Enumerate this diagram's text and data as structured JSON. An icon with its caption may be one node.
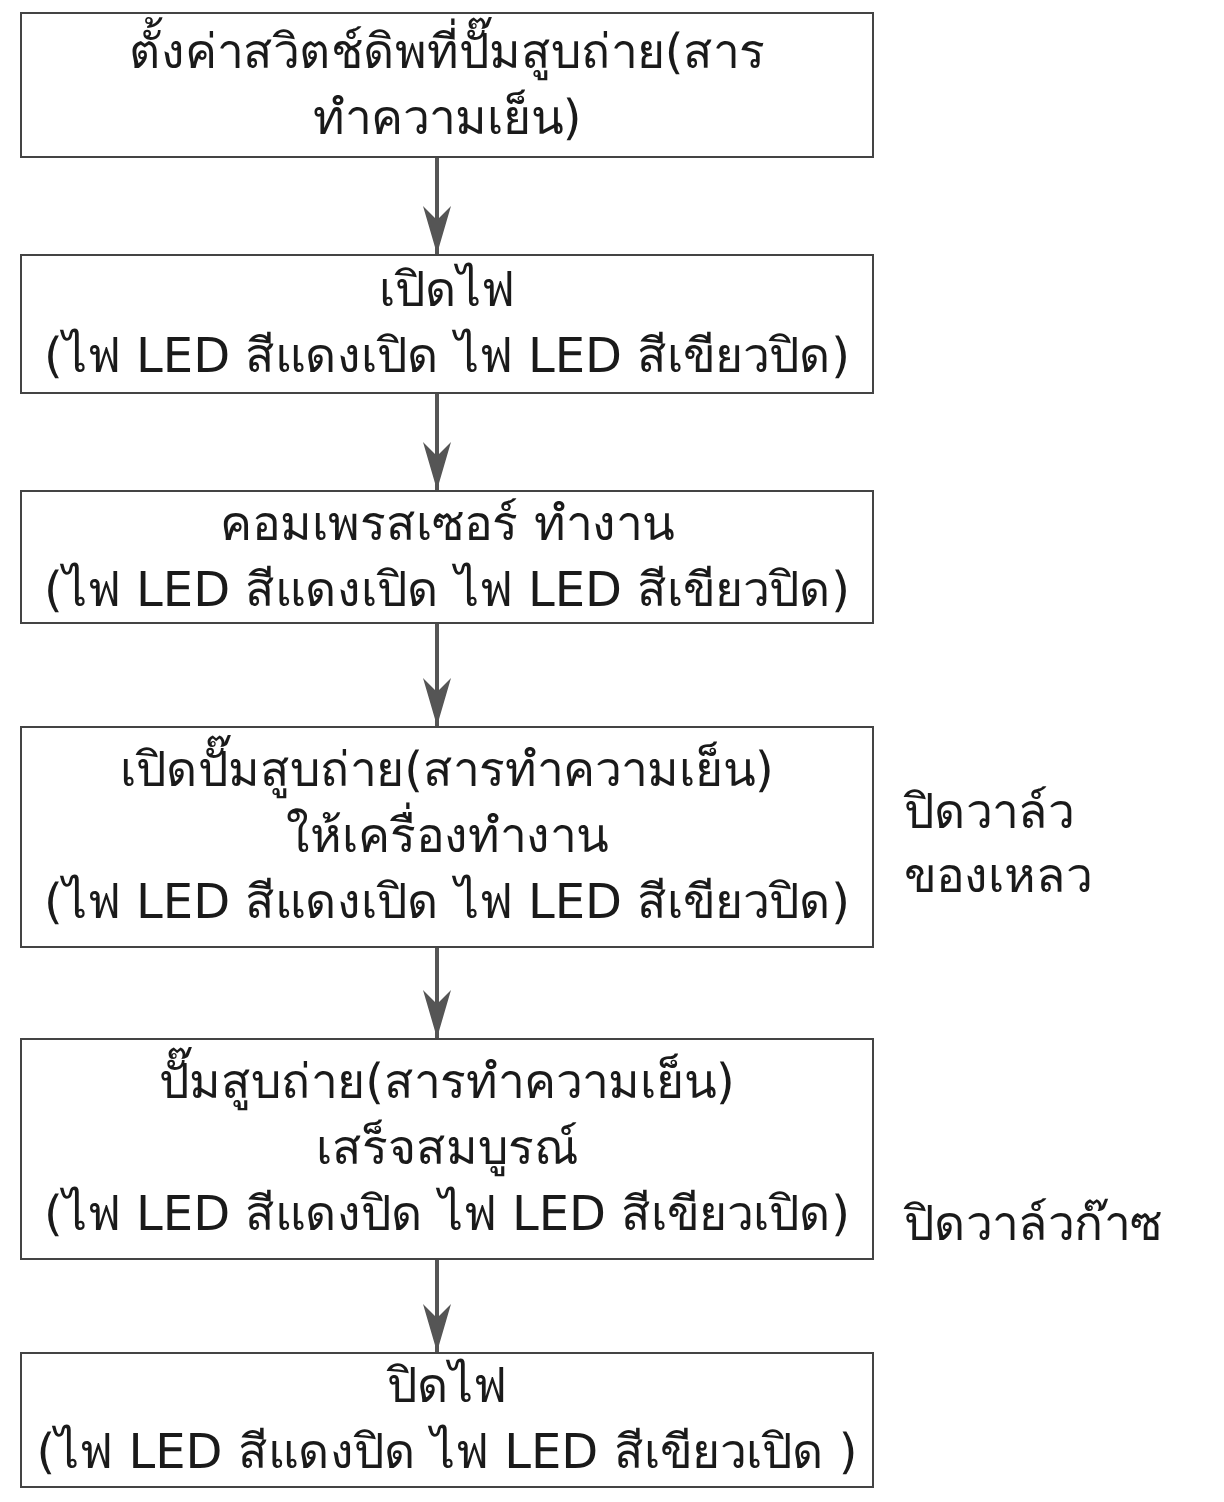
{
  "diagram": {
    "nodes": [
      {
        "text": [
          "ตั้งค่าสวิตช์ดิพที่ปั๊มสูบถ่าย(สารทำความเย็น)"
        ]
      },
      {
        "text": [
          "เปิดไฟ",
          "(ไฟ LED สีแดงเปิด ไฟ LED สีเขียวปิด)"
        ]
      },
      {
        "text": [
          "คอมเพรสเซอร์ ทำงาน",
          "(ไฟ LED สีแดงเปิด ไฟ LED สีเขียวปิด)"
        ]
      },
      {
        "text": [
          "เปิดปั๊มสูบถ่าย(สารทำความเย็น)ให้เครื่องทำงาน",
          "(ไฟ LED สีแดงเปิด ไฟ LED สีเขียวปิด)"
        ],
        "beside": [
          "ปิดวาล์วของเหลว"
        ]
      },
      {
        "text": [
          "ปั๊มสูบถ่าย(สารทำความเย็น)เสร็จสมบูรณ์",
          "(ไฟ LED สีแดงปิด ไฟ LED สีเขียวเปิด)"
        ],
        "beside": [
          "ปิดวาล์วก๊าซ"
        ]
      },
      {
        "text": [
          "ปิดไฟ",
          "(ไฟ LED สีแดงปิด ไฟ LED สีเขียวเปิด )"
        ]
      }
    ],
    "edges": [
      {
        "from": 0,
        "to": 1,
        "arrow": "to"
      },
      {
        "from": 1,
        "to": 2,
        "arrow": "to"
      },
      {
        "from": 2,
        "to": 3,
        "arrow": "to"
      },
      {
        "from": 3,
        "to": 4,
        "arrow": "to"
      },
      {
        "from": 4,
        "to": 5,
        "arrow": "to"
      }
    ]
  }
}
